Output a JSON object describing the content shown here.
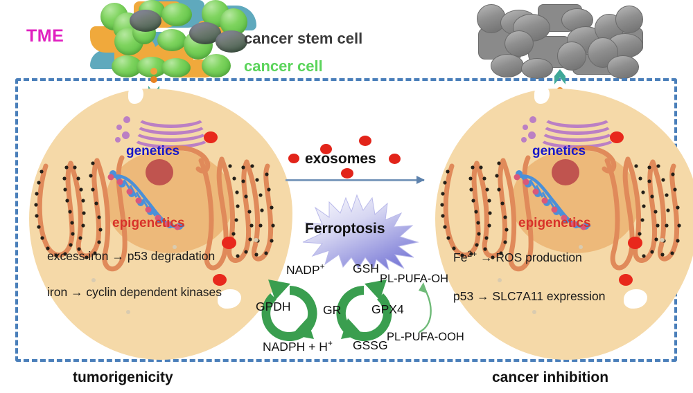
{
  "legend": {
    "tme": "TME",
    "cancer_stem_cell": "cancer stem cell",
    "cancer_cell": "cancer cell",
    "colors": {
      "tme": "#e020c0",
      "cancer_stem_cell": "#3b3b3b",
      "cancer_cell": "#5bd45b",
      "boundary": "#4a7fba",
      "cell_body": "#f5d9a8",
      "exosome": "#e2241a",
      "cycle_green": "#3a9e4f",
      "ferroptosis_burst": "#9a9ae0"
    }
  },
  "left_cell": {
    "genetics_label": "genetics",
    "epigenetics_label": "epigenetics",
    "lines": [
      "excess iron → p53 degradation",
      "iron → cyclin dependent kinases"
    ],
    "caption": "tumorigenicity"
  },
  "right_cell": {
    "genetics_label": "genetics",
    "epigenetics_label": "epigenetics",
    "lines": [
      "Fe2+ → ROS production",
      "p53 → SLC7A11 expression"
    ],
    "line1_base": "Fe",
    "line1_sup": "2+",
    "line1_rest": " → ROS production",
    "caption": "cancer inhibition"
  },
  "middle": {
    "exosomes_label": "exosomes",
    "ferroptosis_label": "Ferroptosis",
    "cycle": {
      "left_enzyme": "GPDH",
      "center_enzyme": "GR",
      "right_enzyme": "GPX4",
      "top_left": "NADP+",
      "top_left_base": "NADP",
      "top_left_sup": "+",
      "bottom_left": "NADPH + H+",
      "bottom_left_base": "NADPH + H",
      "bottom_left_sup": "+",
      "top_right": "GSH",
      "bottom_right": "GSSG",
      "product_oxidized": "PL-PUFA-OOH",
      "product_reduced": "PL-PUFA-OH"
    }
  }
}
